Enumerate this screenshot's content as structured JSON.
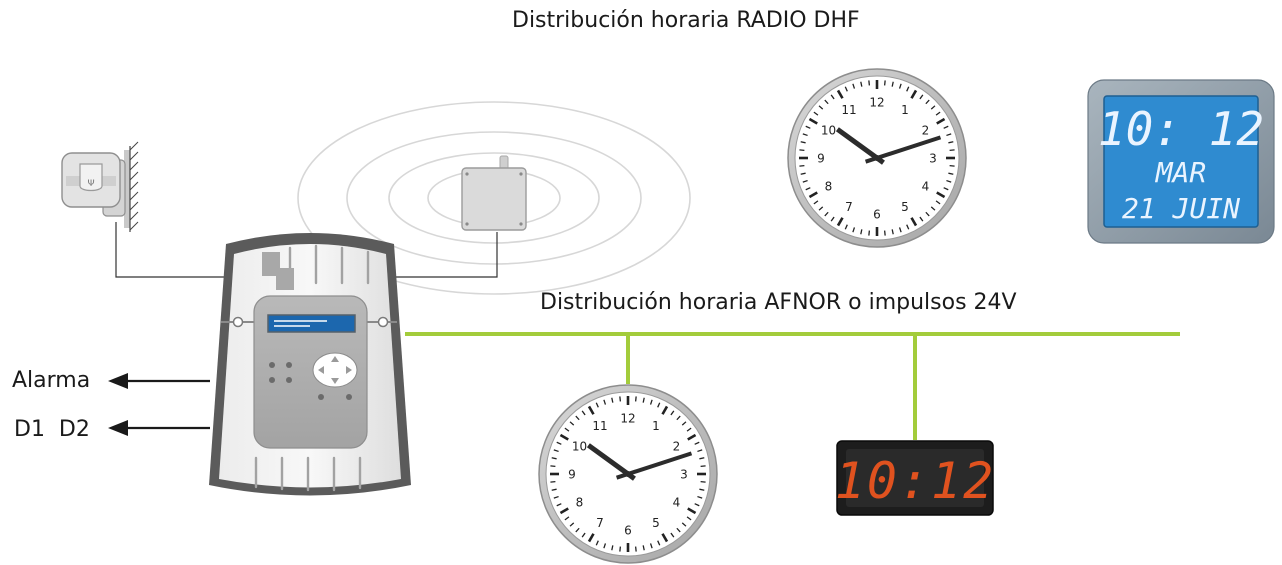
{
  "title_radio": "Distribución horaria RADIO DHF",
  "title_afnor": "Distribución horaria AFNOR o impulsos 24V",
  "outputs": {
    "alarma": "Alarma",
    "d1d2": "D1  D2"
  },
  "lcd_clock": {
    "time": "10: 12",
    "day": "MAR",
    "date": "21 JUIN",
    "screen_color": "#2f8bd0",
    "bezel_color": "#8c9aa6"
  },
  "led_clock": {
    "time": "10:12",
    "led_color": "#e0521f"
  },
  "analog_clocks": {
    "hour_numbers": [
      "12",
      "1",
      "2",
      "3",
      "4",
      "5",
      "6",
      "7",
      "8",
      "9",
      "10",
      "11"
    ]
  },
  "colors": {
    "bus_line": "#a3cc3b",
    "arrow": "#1a1a1a",
    "master_frame": "#5b5b5b"
  },
  "icons": {
    "gps_antenna": "gps-antenna-icon",
    "radio_transmitter": "radio-transmitter-icon",
    "master_clock": "master-clock-icon"
  }
}
